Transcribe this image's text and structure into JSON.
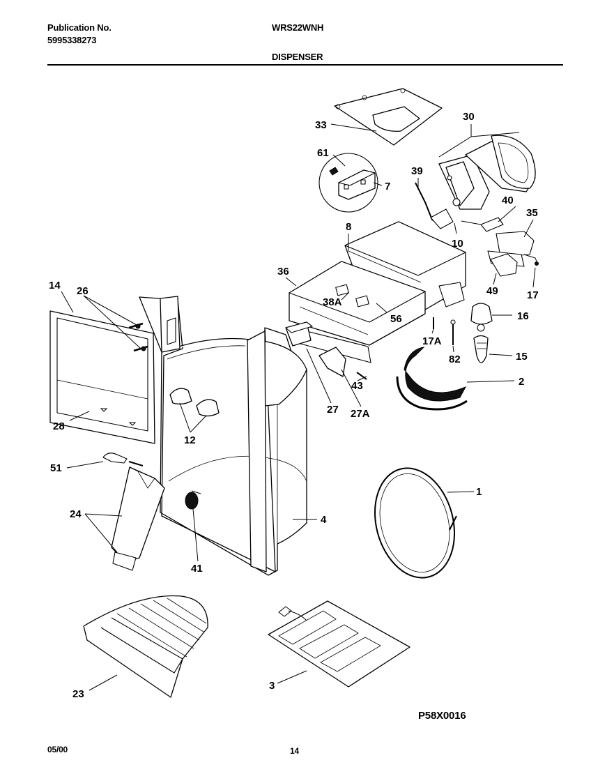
{
  "header": {
    "publication_label": "Publication No.",
    "publication_number": "5995338273",
    "model": "WRS22WNH",
    "section_title": "DISPENSER"
  },
  "callouts": {
    "c33": "33",
    "c30": "30",
    "c61": "61",
    "c7": "7",
    "c39": "39",
    "c40": "40",
    "c35": "35",
    "c8": "8",
    "c10": "10",
    "c36": "36",
    "c38a": "38A",
    "c56": "56",
    "c49": "49",
    "c17": "17",
    "c16": "16",
    "c14": "14",
    "c26": "26",
    "c17a": "17A",
    "c82": "82",
    "c15": "15",
    "c43": "43",
    "c2": "2",
    "c27": "27",
    "c27a": "27A",
    "c28": "28",
    "c12": "12",
    "c51": "51",
    "c1": "1",
    "c24": "24",
    "c4": "4",
    "c41": "41",
    "c23": "23",
    "c3": "3"
  },
  "footer": {
    "diagram_code": "P58X0016",
    "date": "05/00",
    "page_number": "14"
  }
}
